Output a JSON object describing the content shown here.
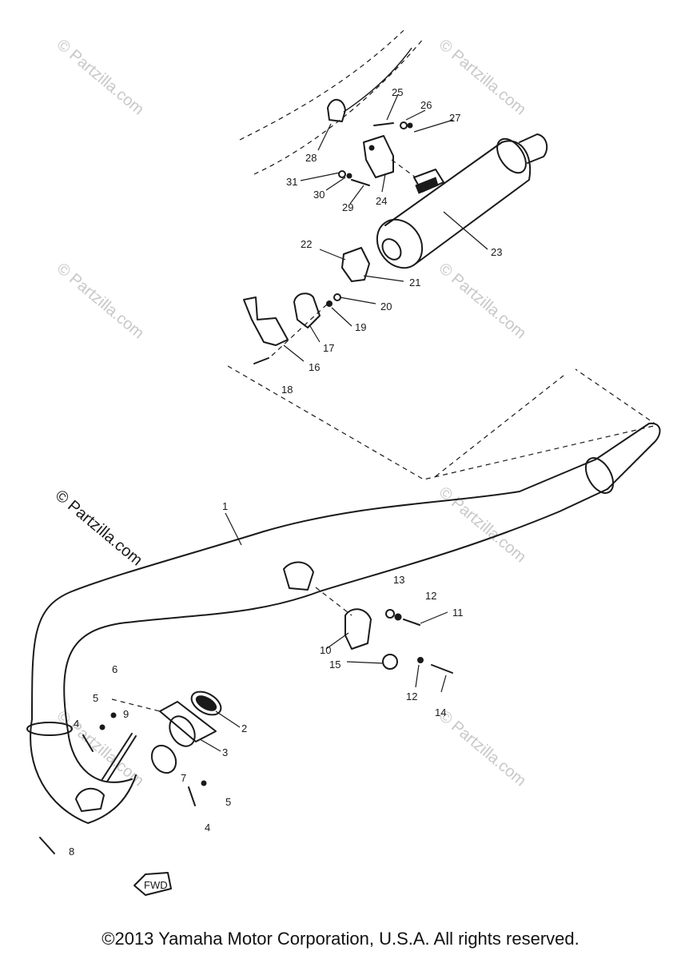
{
  "diagram": {
    "watermark": "© Partzilla.com",
    "fwd_label": "FWD",
    "copyright": "©2013 Yamaha Motor Corporation, U.S.A. All rights reserved.",
    "callouts": {
      "c1": "1",
      "c2": "2",
      "c3": "3",
      "c4a": "4",
      "c4b": "4",
      "c5a": "5",
      "c5b": "5",
      "c6": "6",
      "c7": "7",
      "c8": "8",
      "c9": "9",
      "c10": "10",
      "c11": "11",
      "c12a": "12",
      "c12b": "12",
      "c13": "13",
      "c14": "14",
      "c15": "15",
      "c16": "16",
      "c17": "17",
      "c18": "18",
      "c19": "19",
      "c20": "20",
      "c21": "21",
      "c22": "22",
      "c23": "23",
      "c24": "24",
      "c25": "25",
      "c26": "26",
      "c27": "27",
      "c28": "28",
      "c29": "29",
      "c30": "30",
      "c31": "31"
    }
  }
}
